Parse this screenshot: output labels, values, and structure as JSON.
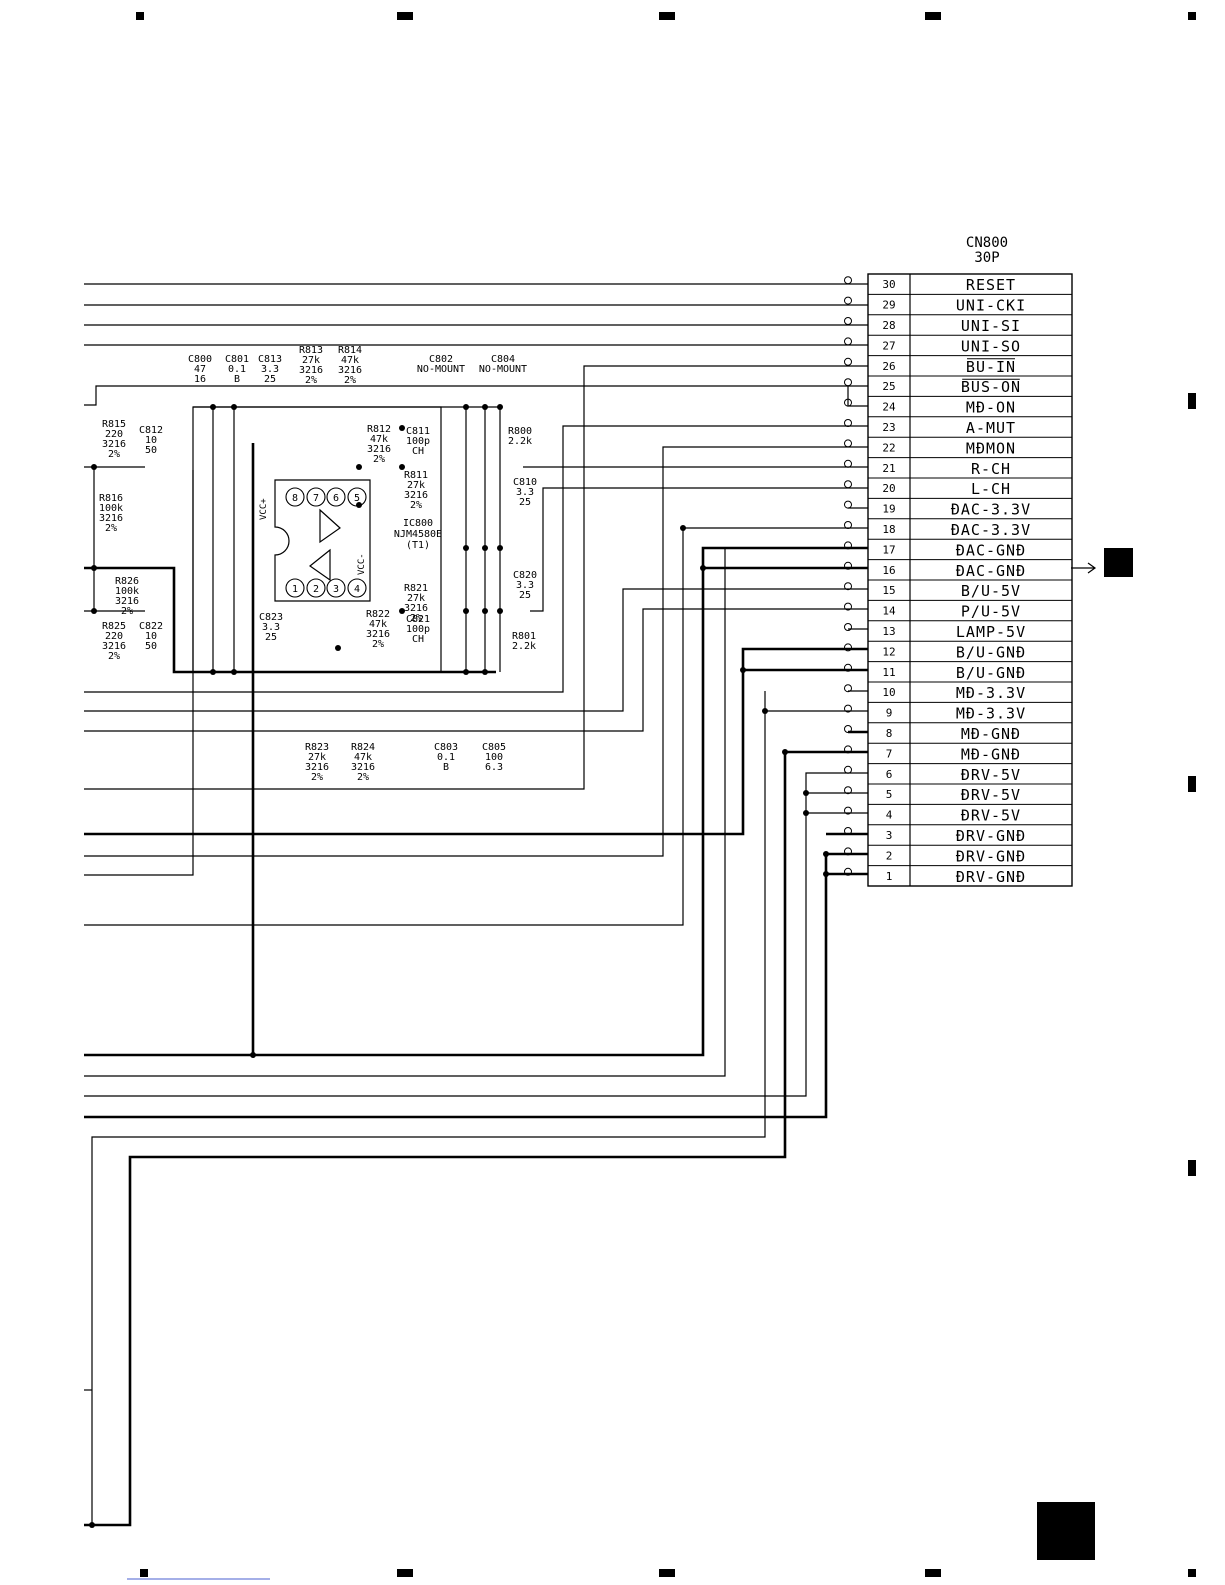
{
  "connector": {
    "name": "CN800",
    "pins_label": "30P",
    "pins": [
      {
        "num": "30",
        "signal": "RESET"
      },
      {
        "num": "29",
        "signal": "UNI-CKI"
      },
      {
        "num": "28",
        "signal": "UNI-SI"
      },
      {
        "num": "27",
        "signal": "UNI-SO"
      },
      {
        "num": "26",
        "signal": "BU-IN"
      },
      {
        "num": "25",
        "signal": "BUS-ON"
      },
      {
        "num": "24",
        "signal": "MĐ-ON"
      },
      {
        "num": "23",
        "signal": "A-MUT"
      },
      {
        "num": "22",
        "signal": "MĐMON"
      },
      {
        "num": "21",
        "signal": "R-CH"
      },
      {
        "num": "20",
        "signal": "L-CH"
      },
      {
        "num": "19",
        "signal": "ĐAC-3.3V"
      },
      {
        "num": "18",
        "signal": "ĐAC-3.3V"
      },
      {
        "num": "17",
        "signal": "ĐAC-GNĐ"
      },
      {
        "num": "16",
        "signal": "ĐAC-GNĐ"
      },
      {
        "num": "15",
        "signal": "B/U-5V"
      },
      {
        "num": "14",
        "signal": "P/U-5V"
      },
      {
        "num": "13",
        "signal": "LAMP-5V"
      },
      {
        "num": "12",
        "signal": "B/U-GNĐ"
      },
      {
        "num": "11",
        "signal": "B/U-GNĐ"
      },
      {
        "num": "10",
        "signal": "MĐ-3.3V"
      },
      {
        "num": "9",
        "signal": "MĐ-3.3V"
      },
      {
        "num": "8",
        "signal": "MĐ-GNĐ"
      },
      {
        "num": "7",
        "signal": "MĐ-GNĐ"
      },
      {
        "num": "6",
        "signal": "ĐRV-5V"
      },
      {
        "num": "5",
        "signal": "ĐRV-5V"
      },
      {
        "num": "4",
        "signal": "ĐRV-5V"
      },
      {
        "num": "3",
        "signal": "ĐRV-GNĐ"
      },
      {
        "num": "2",
        "signal": "ĐRV-GNĐ"
      },
      {
        "num": "1",
        "signal": "ĐRV-GNĐ"
      }
    ]
  },
  "ic": {
    "ref": "IC800",
    "part": "NJM4580E",
    "suffix": "(T1)",
    "vcc_pos": "VCC+",
    "vcc_neg": "VCC-",
    "pins_top": [
      "8",
      "7",
      "6",
      "5"
    ],
    "pins_bottom": [
      "1",
      "2",
      "3",
      "4"
    ]
  },
  "components": {
    "C800": [
      "C800",
      "47",
      "16"
    ],
    "C801": [
      "C801",
      "0.1",
      "B"
    ],
    "C813": [
      "C813",
      "3.3",
      "25"
    ],
    "R813": [
      "R813",
      "27k",
      "3216",
      "2%"
    ],
    "R814": [
      "R814",
      "47k",
      "3216",
      "2%"
    ],
    "C802": [
      "C802",
      "NO-MOUNT"
    ],
    "C804": [
      "C804",
      "NO-MOUNT"
    ],
    "R815": [
      "R815",
      "220",
      "3216",
      "2%"
    ],
    "C812": [
      "C812",
      "10",
      "50"
    ],
    "R812": [
      "R812",
      "47k",
      "3216",
      "2%"
    ],
    "C811": [
      "C811",
      "100p",
      "CH"
    ],
    "R800": [
      "R800",
      "2.2k"
    ],
    "R811": [
      "R811",
      "27k",
      "3216",
      "2%"
    ],
    "C810": [
      "C810",
      "3.3",
      "25"
    ],
    "R816": [
      "R816",
      "100k",
      "3216",
      "2%"
    ],
    "R826": [
      "R826",
      "100k",
      "3216",
      "2%"
    ],
    "R821": [
      "R821",
      "27k",
      "3216",
      "2%"
    ],
    "C820": [
      "C820",
      "3.3",
      "25"
    ],
    "R825": [
      "R825",
      "220",
      "3216",
      "2%"
    ],
    "C822": [
      "C822",
      "10",
      "50"
    ],
    "C823": [
      "C823",
      "3.3",
      "25"
    ],
    "R822": [
      "R822",
      "47k",
      "3216",
      "2%"
    ],
    "C821": [
      "C821",
      "100p",
      "CH"
    ],
    "R801": [
      "R801",
      "2.2k"
    ],
    "R823": [
      "R823",
      "27k",
      "3216",
      "2%"
    ],
    "R824": [
      "R824",
      "47k",
      "3216",
      "2%"
    ],
    "C803": [
      "C803",
      "0.1",
      "B"
    ],
    "C805": [
      "C805",
      "100",
      "6.3"
    ]
  }
}
